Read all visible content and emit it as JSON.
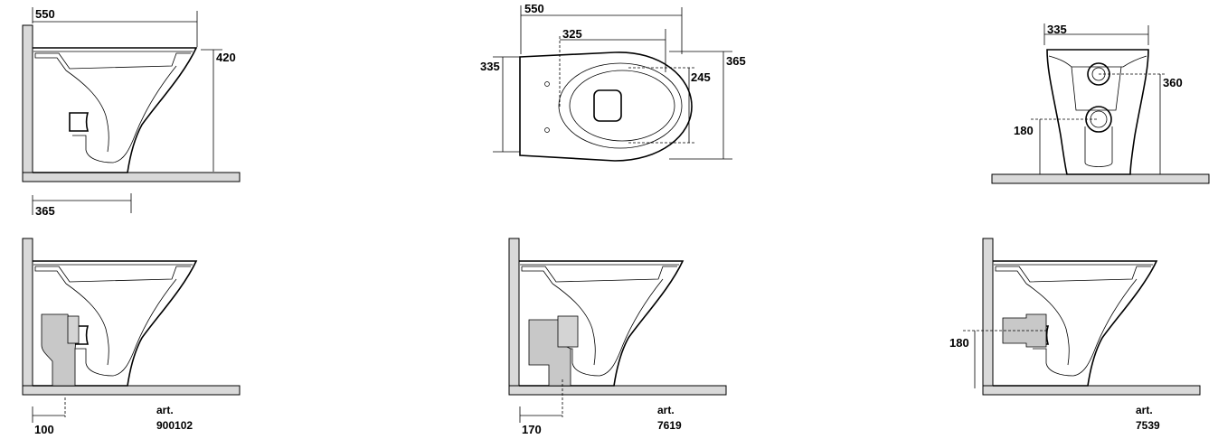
{
  "dimensions": {
    "side_top_width": "550",
    "side_top_height": "420",
    "side_top_outlet": "365",
    "plan_width": "550",
    "plan_seat_width": "325",
    "plan_depth": "335",
    "plan_bowl_depth": "245",
    "plan_total_depth": "365",
    "back_width": "335",
    "back_height": "360",
    "back_outlet_height": "180",
    "p1_offset": "100",
    "p2_offset": "170",
    "p3_height": "180"
  },
  "articles": {
    "art_label": "art.",
    "p1_code": "900102",
    "p2_code": "7619",
    "p3_code": "7539"
  }
}
